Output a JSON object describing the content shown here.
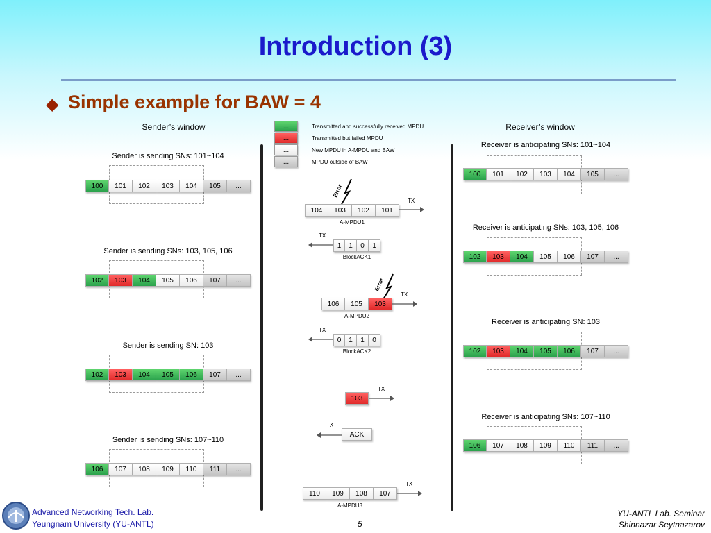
{
  "title": "Introduction (3)",
  "subtitle": "Simple example for BAW = 4",
  "sender_window_label": "Sender’s window",
  "receiver_window_label": "Receiver’s window",
  "legend": [
    {
      "symbol": "...",
      "color": "#3cb85a",
      "text": "Transmitted and successfully received MPDU"
    },
    {
      "symbol": "...",
      "color": "#f04040",
      "text": "Transmitted but failed MPDU"
    },
    {
      "symbol": "...",
      "color": "#ffffff",
      "text": "New MPDU in A-MPDU and BAW"
    },
    {
      "symbol": "...",
      "color": "#d0d0d0",
      "text": "MPDU outside of BAW"
    }
  ],
  "sender": [
    {
      "caption": "Sender is sending SNs: 101~104",
      "cells": [
        {
          "t": "100",
          "s": "g"
        },
        {
          "t": "101",
          "s": "w"
        },
        {
          "t": "102",
          "s": "w"
        },
        {
          "t": "103",
          "s": "w"
        },
        {
          "t": "104",
          "s": "w"
        },
        {
          "t": "105",
          "s": "gr"
        },
        {
          "t": "...",
          "s": "gr"
        }
      ]
    },
    {
      "caption": "Sender is sending SNs: 103, 105, 106",
      "cells": [
        {
          "t": "102",
          "s": "g"
        },
        {
          "t": "103",
          "s": "r"
        },
        {
          "t": "104",
          "s": "g"
        },
        {
          "t": "105",
          "s": "w"
        },
        {
          "t": "106",
          "s": "w"
        },
        {
          "t": "107",
          "s": "gr"
        },
        {
          "t": "...",
          "s": "gr"
        }
      ]
    },
    {
      "caption": "Sender is sending SN: 103",
      "cells": [
        {
          "t": "102",
          "s": "g"
        },
        {
          "t": "103",
          "s": "r"
        },
        {
          "t": "104",
          "s": "g"
        },
        {
          "t": "105",
          "s": "g"
        },
        {
          "t": "106",
          "s": "g"
        },
        {
          "t": "107",
          "s": "gr"
        },
        {
          "t": "...",
          "s": "gr"
        }
      ]
    },
    {
      "caption": "Sender is sending SNs: 107~110",
      "cells": [
        {
          "t": "106",
          "s": "g"
        },
        {
          "t": "107",
          "s": "w"
        },
        {
          "t": "108",
          "s": "w"
        },
        {
          "t": "109",
          "s": "w"
        },
        {
          "t": "110",
          "s": "w"
        },
        {
          "t": "111",
          "s": "gr"
        },
        {
          "t": "...",
          "s": "gr"
        }
      ]
    }
  ],
  "receiver": [
    {
      "caption": "Receiver is anticipating SNs: 101~104",
      "cells": [
        {
          "t": "100",
          "s": "g"
        },
        {
          "t": "101",
          "s": "w"
        },
        {
          "t": "102",
          "s": "w"
        },
        {
          "t": "103",
          "s": "w"
        },
        {
          "t": "104",
          "s": "w"
        },
        {
          "t": "105",
          "s": "gr"
        },
        {
          "t": "...",
          "s": "gr"
        }
      ]
    },
    {
      "caption": "Receiver is anticipating SNs: 103, 105, 106",
      "cells": [
        {
          "t": "102",
          "s": "g"
        },
        {
          "t": "103",
          "s": "r"
        },
        {
          "t": "104",
          "s": "g"
        },
        {
          "t": "105",
          "s": "w"
        },
        {
          "t": "106",
          "s": "w"
        },
        {
          "t": "107",
          "s": "gr"
        },
        {
          "t": "...",
          "s": "gr"
        }
      ]
    },
    {
      "caption": "Receiver is anticipating SN: 103",
      "cells": [
        {
          "t": "102",
          "s": "g"
        },
        {
          "t": "103",
          "s": "r"
        },
        {
          "t": "104",
          "s": "g"
        },
        {
          "t": "105",
          "s": "g"
        },
        {
          "t": "106",
          "s": "g"
        },
        {
          "t": "107",
          "s": "gr"
        },
        {
          "t": "...",
          "s": "gr"
        }
      ]
    },
    {
      "caption": "Receiver is anticipating SNs: 107~110",
      "cells": [
        {
          "t": "106",
          "s": "g"
        },
        {
          "t": "107",
          "s": "w"
        },
        {
          "t": "108",
          "s": "w"
        },
        {
          "t": "109",
          "s": "w"
        },
        {
          "t": "110",
          "s": "w"
        },
        {
          "t": "111",
          "s": "gr"
        },
        {
          "t": "...",
          "s": "gr"
        }
      ]
    }
  ],
  "frames": {
    "ampdu1": {
      "label": "A-MPDU1",
      "cells": [
        {
          "t": "104",
          "s": "w"
        },
        {
          "t": "103",
          "s": "w"
        },
        {
          "t": "102",
          "s": "w"
        },
        {
          "t": "101",
          "s": "w"
        }
      ]
    },
    "back1": {
      "label": "BlockACK1",
      "cells": [
        {
          "t": "1",
          "s": "w"
        },
        {
          "t": "1",
          "s": "w"
        },
        {
          "t": "0",
          "s": "w"
        },
        {
          "t": "1",
          "s": "w"
        }
      ]
    },
    "ampdu2": {
      "label": "A-MPDU2",
      "cells": [
        {
          "t": "106",
          "s": "w"
        },
        {
          "t": "105",
          "s": "w"
        },
        {
          "t": "103",
          "s": "r"
        }
      ]
    },
    "back2": {
      "label": "BlockACK2",
      "cells": [
        {
          "t": "0",
          "s": "w"
        },
        {
          "t": "1",
          "s": "w"
        },
        {
          "t": "1",
          "s": "w"
        },
        {
          "t": "0",
          "s": "w"
        }
      ]
    },
    "single": {
      "cells": [
        {
          "t": "103",
          "s": "r"
        }
      ]
    },
    "ack": {
      "text": "ACK"
    },
    "ampdu3": {
      "label": "A-MPDU3",
      "cells": [
        {
          "t": "110",
          "s": "w"
        },
        {
          "t": "109",
          "s": "w"
        },
        {
          "t": "108",
          "s": "w"
        },
        {
          "t": "107",
          "s": "w"
        }
      ]
    }
  },
  "tx_label": "TX",
  "error_label": "Error",
  "footer": {
    "lab": "Advanced Networking Tech. Lab.",
    "univ": "Yeungnam University (YU-ANTL)",
    "page": "5",
    "seminar": "YU-ANTL Lab. Seminar",
    "author": "Shinnazar Seytnazarov"
  }
}
